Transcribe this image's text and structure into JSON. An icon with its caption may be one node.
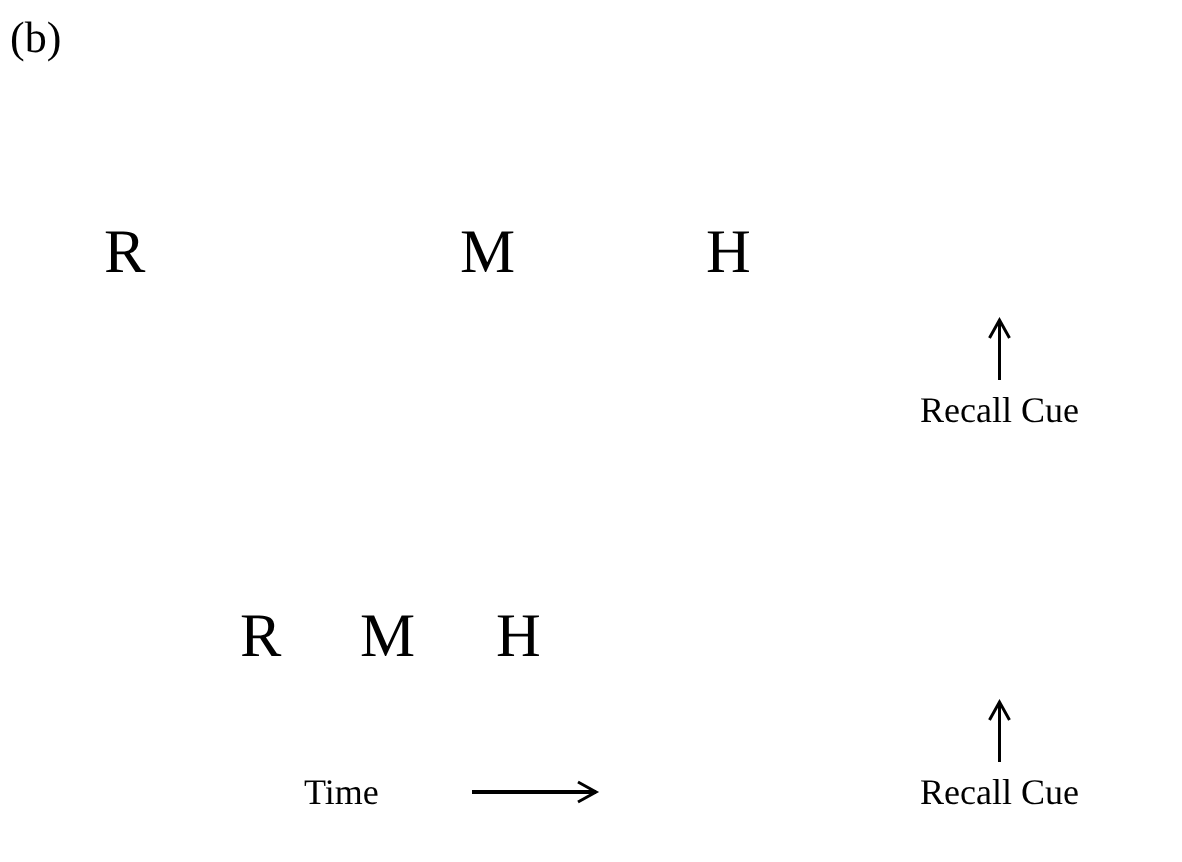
{
  "diagram": {
    "nodes": [
      {
        "text": [
          "Recall Cue"
        ]
      },
      {
        "text": [
          "Recall Cue"
        ]
      }
    ],
    "edges": [
      {
        "from": 0,
        "to": null,
        "arrow": "to"
      },
      {
        "from": 1,
        "to": null,
        "arrow": "to"
      }
    ],
    "labels": [
      "(b)",
      "R",
      "M",
      "H",
      "R",
      "M",
      "H",
      "Time"
    ]
  }
}
